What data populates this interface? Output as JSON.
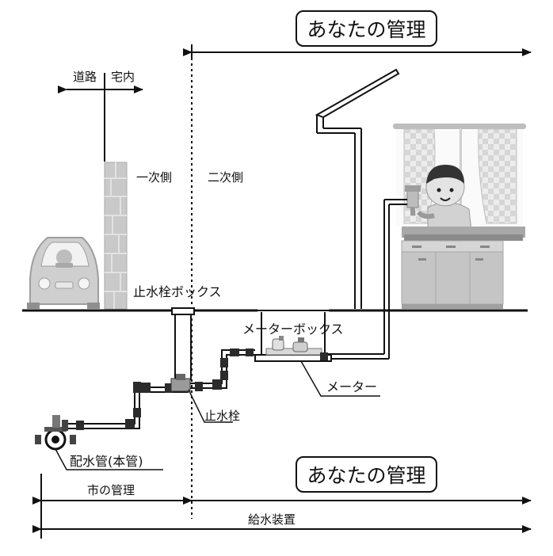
{
  "labels": {
    "manage_top": "あなたの管理",
    "manage_bottom": "あなたの管理",
    "road": "道路",
    "house": "宅内",
    "primary_side": "一次側",
    "secondary_side": "二次側",
    "stop_valve_box": "止水栓ボックス",
    "meter_box": "メーターボックス",
    "meter": "メーター",
    "stop_valve": "止水栓",
    "main_pipe": "配水管(本管)",
    "city_manage": "市の管理",
    "supply_device": "給水装置"
  },
  "colors": {
    "line": "#111111",
    "wall": "#c9c9c9",
    "wall_stroke": "#a9a9a9",
    "car": "#cfcfcf",
    "pipe": "#f4f4f4",
    "kitchen": "#bdbdbd",
    "curtain": "#e6e6e6",
    "person_skin": "#d9d9d9",
    "person_hair": "#333333"
  }
}
